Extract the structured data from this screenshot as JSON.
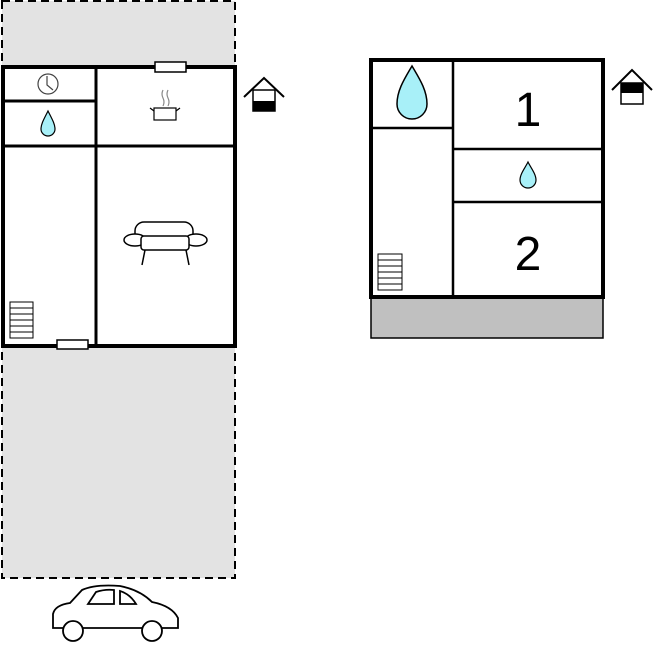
{
  "floors": [
    {
      "name": "ground-floor",
      "icon": "house-ground-floor-icon",
      "rooms": [
        "utility",
        "bathroom",
        "kitchen",
        "hall",
        "living-room"
      ]
    },
    {
      "name": "first-floor",
      "icon": "house-upper-floor-icon",
      "bedroom_labels": [
        "1",
        "2"
      ]
    }
  ],
  "colors": {
    "water": "#a8f0f8",
    "terrace": "#c0c0c0",
    "plot": "#e3e3e3"
  }
}
